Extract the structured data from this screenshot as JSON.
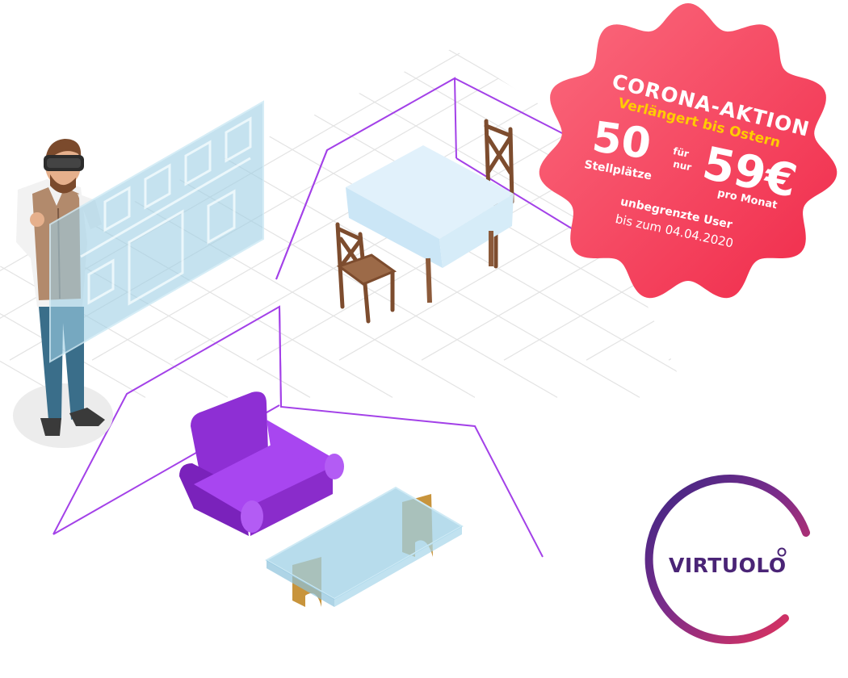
{
  "promo": {
    "title": "CORONA-AKTION",
    "subtitle": "Verlängert bis Ostern",
    "spaces_count": "50",
    "spaces_label": "Stellplätze",
    "connector_line1": "für",
    "connector_line2": "nur",
    "price": "59€",
    "price_period": "pro Monat",
    "users_line": "unbegrenzte User",
    "until_line": "bis zum 04.04.2020"
  },
  "logo": {
    "name": "VIRTUOLO"
  },
  "colors": {
    "badge": "#f4324f",
    "badge_light": "#fb5e72",
    "highlight_yellow": "#ffcc00",
    "room_outline": "#a341e8",
    "sofa": "#9b36e0",
    "logo_text": "#4a2476",
    "logo_ring_start": "#e9335a",
    "logo_ring_end": "#3b2683"
  },
  "illustration": {
    "icons": [
      "vr-headset-man-icon",
      "virtual-screen-icon",
      "dining-table-icon",
      "chair-icon",
      "armchair-icon",
      "glass-coffee-table-icon"
    ]
  }
}
